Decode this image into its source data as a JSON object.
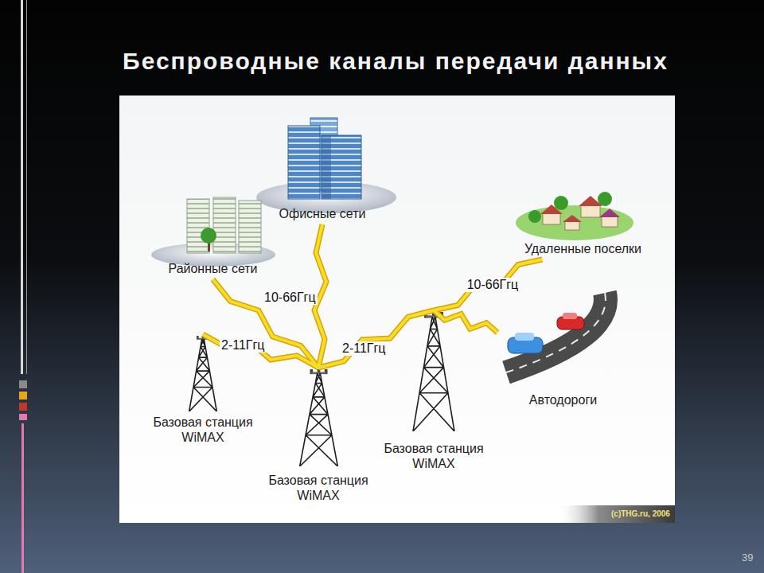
{
  "diagram": {
    "title": "Беспроводные каналы передачи данных",
    "nodes": [
      {
        "text": [
          "Офисные сети"
        ]
      },
      {
        "text": [
          "Районные сети"
        ]
      },
      {
        "text": [
          "Удаленные поселки"
        ]
      },
      {
        "text": [
          "Базовая станция WiMAX"
        ]
      },
      {
        "text": [
          "Базовая станция WiMAX"
        ]
      },
      {
        "text": [
          "Базовая станция WiMAX"
        ]
      },
      {
        "text": [
          "Автодороги"
        ]
      }
    ],
    "edges": [
      {
        "from": 4,
        "to": 1,
        "arrow": "none"
      },
      {
        "from": 4,
        "to": 0,
        "label": "10-66Ггц",
        "arrow": "none"
      },
      {
        "from": 3,
        "to": 4,
        "label": "2-11Ггц",
        "arrow": "none"
      },
      {
        "from": 4,
        "to": 5,
        "label": "2-11Ггц",
        "arrow": "none"
      },
      {
        "from": 5,
        "to": 2,
        "label": "10-66Ггц",
        "arrow": "none"
      },
      {
        "from": 5,
        "to": 6,
        "arrow": "none"
      }
    ],
    "labels": [
      "(c)THG.ru, 2006",
      "39"
    ]
  }
}
